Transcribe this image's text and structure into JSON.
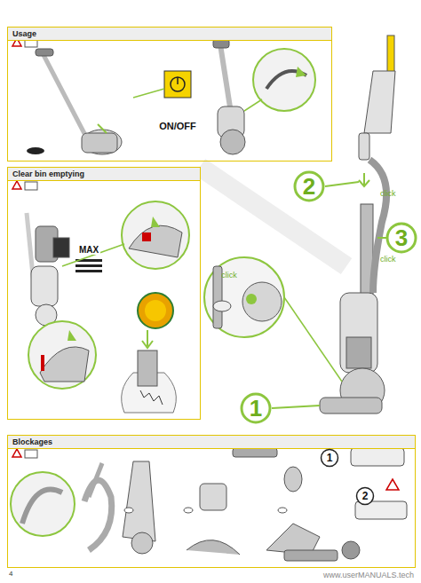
{
  "diagram": {
    "nodes": [
      {
        "text": [
          "Usage"
        ]
      },
      {
        "text": [
          "Clear bin emptying"
        ]
      },
      {
        "text": [
          "Blockages"
        ]
      },
      {
        "text": [
          "2"
        ]
      },
      {
        "text": [
          "1"
        ]
      },
      {
        "text": [
          "3"
        ]
      },
      {
        "text": [
          "1"
        ],
        "in": 2
      },
      {
        "text": [
          "2"
        ],
        "in": 2
      }
    ],
    "labels": [
      "ON/OFF",
      "MAX",
      "click",
      "click",
      "click",
      "4",
      "www.userMANUALS.tech"
    ]
  }
}
